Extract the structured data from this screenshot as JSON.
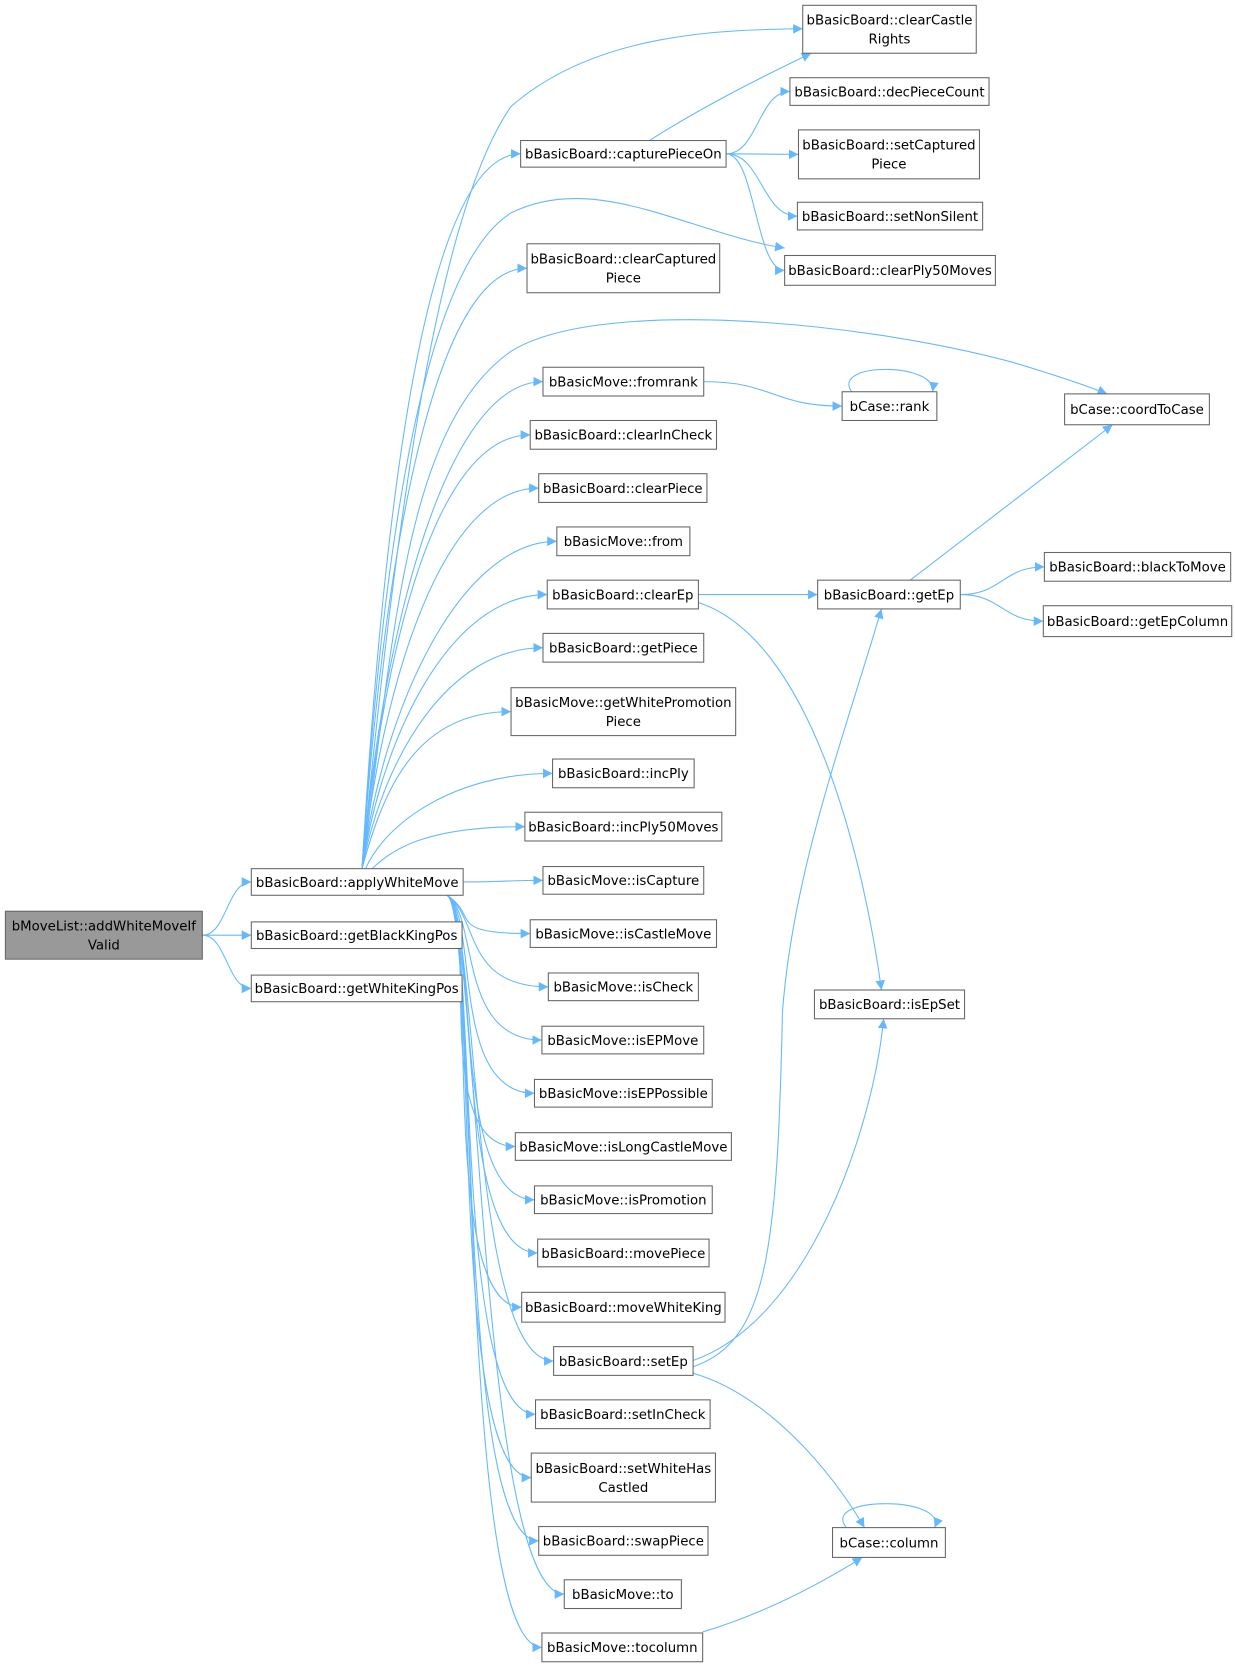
{
  "title": "Call graph of bMoveList::addWhiteMoveIfValid",
  "colors": {
    "edge": "#63b8ff",
    "root_fill": "#999999",
    "node_border": "#666666"
  },
  "nodes": [
    {
      "id": "add",
      "lines": [
        "bMoveList::addWhiteMoveIf",
        "Valid"
      ],
      "root": true
    },
    {
      "id": "apply",
      "lines": [
        "bBasicBoard::applyWhiteMove"
      ]
    },
    {
      "id": "getBlack",
      "lines": [
        "bBasicBoard::getBlackKingPos"
      ]
    },
    {
      "id": "getWhite",
      "lines": [
        "bBasicBoard::getWhiteKingPos"
      ]
    },
    {
      "id": "capture",
      "lines": [
        "bBasicBoard::capturePieceOn"
      ]
    },
    {
      "id": "clearCastle",
      "lines": [
        "bBasicBoard::clearCastle",
        "Rights"
      ]
    },
    {
      "id": "decPiece",
      "lines": [
        "bBasicBoard::decPieceCount"
      ]
    },
    {
      "id": "setCaptured",
      "lines": [
        "bBasicBoard::setCaptured",
        "Piece"
      ]
    },
    {
      "id": "setNonSilent",
      "lines": [
        "bBasicBoard::setNonSilent"
      ]
    },
    {
      "id": "clearPly50",
      "lines": [
        "bBasicBoard::clearPly50Moves"
      ]
    },
    {
      "id": "clearCaptured",
      "lines": [
        "bBasicBoard::clearCaptured",
        "Piece"
      ]
    },
    {
      "id": "fromrank",
      "lines": [
        "bBasicMove::fromrank"
      ]
    },
    {
      "id": "rank",
      "lines": [
        "bCase::rank"
      ]
    },
    {
      "id": "coordToCase",
      "lines": [
        "bCase::coordToCase"
      ]
    },
    {
      "id": "clearInCheck",
      "lines": [
        "bBasicBoard::clearInCheck"
      ]
    },
    {
      "id": "clearPiece",
      "lines": [
        "bBasicBoard::clearPiece"
      ]
    },
    {
      "id": "from",
      "lines": [
        "bBasicMove::from"
      ]
    },
    {
      "id": "clearEp",
      "lines": [
        "bBasicBoard::clearEp"
      ]
    },
    {
      "id": "getEp",
      "lines": [
        "bBasicBoard::getEp"
      ]
    },
    {
      "id": "blackToMove",
      "lines": [
        "bBasicBoard::blackToMove"
      ]
    },
    {
      "id": "getEpColumn",
      "lines": [
        "bBasicBoard::getEpColumn"
      ]
    },
    {
      "id": "getPiece",
      "lines": [
        "bBasicBoard::getPiece"
      ]
    },
    {
      "id": "getWhiteProm",
      "lines": [
        "bBasicMove::getWhitePromotion",
        "Piece"
      ]
    },
    {
      "id": "incPly",
      "lines": [
        "bBasicBoard::incPly"
      ]
    },
    {
      "id": "incPly50",
      "lines": [
        "bBasicBoard::incPly50Moves"
      ]
    },
    {
      "id": "isCapture",
      "lines": [
        "bBasicMove::isCapture"
      ]
    },
    {
      "id": "isCastleMove",
      "lines": [
        "bBasicMove::isCastleMove"
      ]
    },
    {
      "id": "isCheck",
      "lines": [
        "bBasicMove::isCheck"
      ]
    },
    {
      "id": "isEpSet",
      "lines": [
        "bBasicBoard::isEpSet"
      ]
    },
    {
      "id": "isEPMove",
      "lines": [
        "bBasicMove::isEPMove"
      ]
    },
    {
      "id": "isEPPossible",
      "lines": [
        "bBasicMove::isEPPossible"
      ]
    },
    {
      "id": "isLongCastle",
      "lines": [
        "bBasicMove::isLongCastleMove"
      ]
    },
    {
      "id": "isPromotion",
      "lines": [
        "bBasicMove::isPromotion"
      ]
    },
    {
      "id": "movePiece",
      "lines": [
        "bBasicBoard::movePiece"
      ]
    },
    {
      "id": "moveWhiteKing",
      "lines": [
        "bBasicBoard::moveWhiteKing"
      ]
    },
    {
      "id": "setEp",
      "lines": [
        "bBasicBoard::setEp"
      ]
    },
    {
      "id": "setInCheck",
      "lines": [
        "bBasicBoard::setInCheck"
      ]
    },
    {
      "id": "setWhiteCastled",
      "lines": [
        "bBasicBoard::setWhiteHas",
        "Castled"
      ]
    },
    {
      "id": "column",
      "lines": [
        "bCase::column"
      ]
    },
    {
      "id": "swapPiece",
      "lines": [
        "bBasicBoard::swapPiece"
      ]
    },
    {
      "id": "to",
      "lines": [
        "bBasicMove::to"
      ]
    },
    {
      "id": "tocolumn",
      "lines": [
        "bBasicMove::tocolumn"
      ]
    }
  ],
  "edges": [
    [
      "add",
      "apply"
    ],
    [
      "add",
      "getBlack"
    ],
    [
      "add",
      "getWhite"
    ],
    [
      "apply",
      "clearCastle"
    ],
    [
      "apply",
      "capture"
    ],
    [
      "apply",
      "clearPly50"
    ],
    [
      "apply",
      "clearCaptured"
    ],
    [
      "apply",
      "coordToCase"
    ],
    [
      "apply",
      "fromrank"
    ],
    [
      "apply",
      "clearInCheck"
    ],
    [
      "apply",
      "clearPiece"
    ],
    [
      "apply",
      "from"
    ],
    [
      "apply",
      "clearEp"
    ],
    [
      "apply",
      "getPiece"
    ],
    [
      "apply",
      "getWhiteProm"
    ],
    [
      "apply",
      "incPly"
    ],
    [
      "apply",
      "incPly50"
    ],
    [
      "apply",
      "isCapture"
    ],
    [
      "apply",
      "isCastleMove"
    ],
    [
      "apply",
      "isCheck"
    ],
    [
      "apply",
      "isEPMove"
    ],
    [
      "apply",
      "isEPPossible"
    ],
    [
      "apply",
      "isLongCastle"
    ],
    [
      "apply",
      "isPromotion"
    ],
    [
      "apply",
      "movePiece"
    ],
    [
      "apply",
      "moveWhiteKing"
    ],
    [
      "apply",
      "setEp"
    ],
    [
      "apply",
      "setInCheck"
    ],
    [
      "apply",
      "setWhiteCastled"
    ],
    [
      "apply",
      "swapPiece"
    ],
    [
      "apply",
      "to"
    ],
    [
      "apply",
      "tocolumn"
    ],
    [
      "capture",
      "clearCastle"
    ],
    [
      "capture",
      "decPiece"
    ],
    [
      "capture",
      "setCaptured"
    ],
    [
      "capture",
      "setNonSilent"
    ],
    [
      "capture",
      "clearPly50"
    ],
    [
      "fromrank",
      "rank"
    ],
    [
      "rank",
      "rank"
    ],
    [
      "clearEp",
      "getEp"
    ],
    [
      "clearEp",
      "isEpSet"
    ],
    [
      "getEp",
      "coordToCase"
    ],
    [
      "getEp",
      "blackToMove"
    ],
    [
      "getEp",
      "getEpColumn"
    ],
    [
      "setEp",
      "getEp"
    ],
    [
      "setEp",
      "isEpSet"
    ],
    [
      "setEp",
      "column"
    ],
    [
      "tocolumn",
      "column"
    ],
    [
      "column",
      "column"
    ]
  ]
}
